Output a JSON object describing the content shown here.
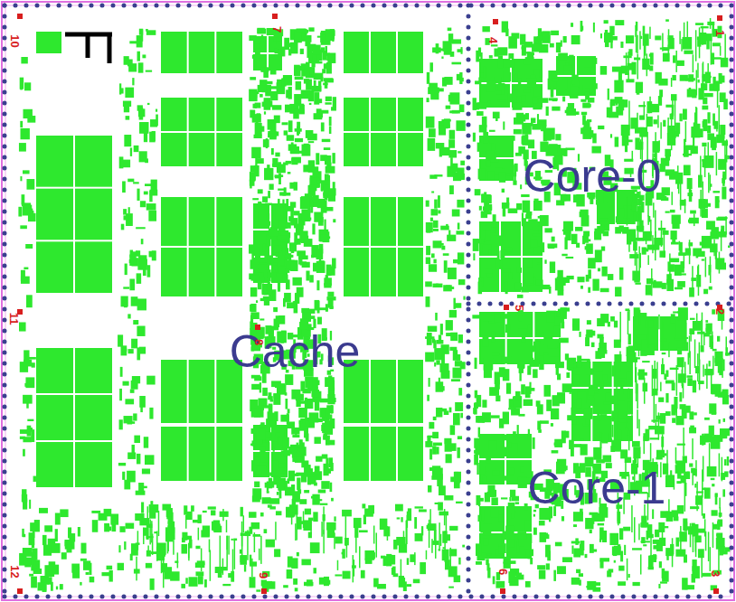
{
  "diagram": {
    "nodes": [
      {
        "text": [
          "Cache"
        ]
      },
      {
        "text": [
          "Core-0"
        ]
      },
      {
        "text": [
          "Core-1"
        ]
      }
    ],
    "labels": [
      "10",
      "7",
      "4",
      "1",
      "11",
      "8",
      "5",
      "2",
      "12",
      "9",
      "6",
      "3"
    ]
  }
}
